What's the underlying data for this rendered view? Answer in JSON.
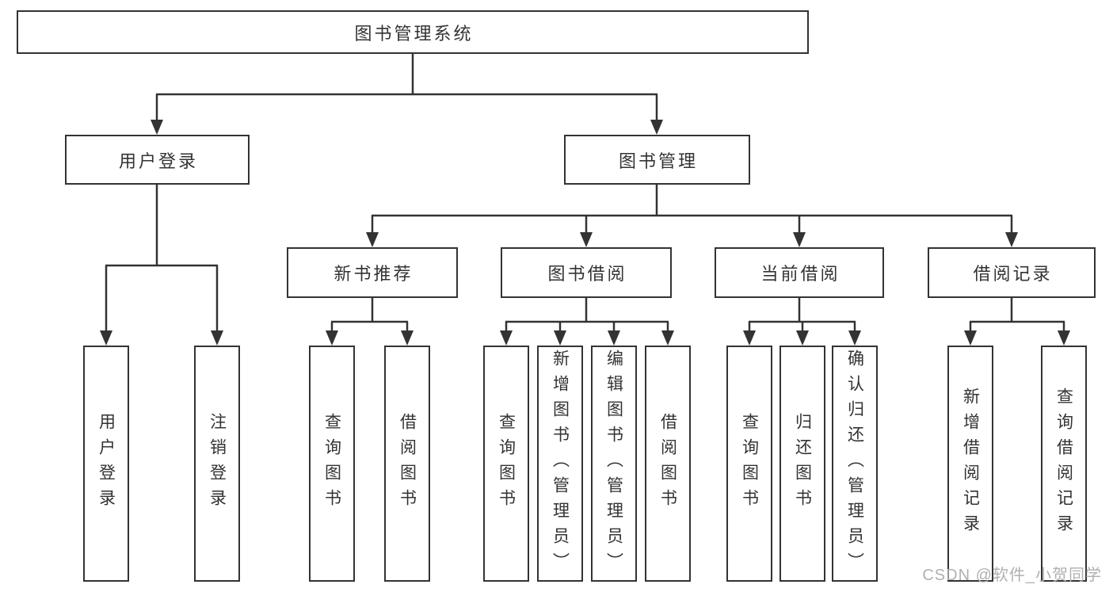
{
  "colors": {
    "line": "#333333",
    "box_border": "#333333",
    "text": "#333333",
    "background": "#ffffff",
    "watermark": "#b0b0b0"
  },
  "tree": {
    "root": {
      "label": "图书管理系统"
    },
    "branches": [
      {
        "label": "用户登录",
        "children": [
          {
            "label": "用户登录"
          },
          {
            "label": "注销登录"
          }
        ]
      },
      {
        "label": "图书管理",
        "children": [
          {
            "label": "新书推荐",
            "children": [
              {
                "label": "查询图书"
              },
              {
                "label": "借阅图书"
              }
            ]
          },
          {
            "label": "图书借阅",
            "children": [
              {
                "label": "查询图书"
              },
              {
                "label": "新增图书（管理员）"
              },
              {
                "label": "编辑图书（管理员）"
              },
              {
                "label": "借阅图书"
              }
            ]
          },
          {
            "label": "当前借阅",
            "children": [
              {
                "label": "查询图书"
              },
              {
                "label": "归还图书"
              },
              {
                "label": "确认归还（管理员）"
              }
            ]
          },
          {
            "label": "借阅记录",
            "children": [
              {
                "label": "新增借阅记录"
              },
              {
                "label": "查询借阅记录"
              }
            ]
          }
        ]
      }
    ]
  },
  "watermark": {
    "text": "CSDN @软件_小贺同学"
  }
}
